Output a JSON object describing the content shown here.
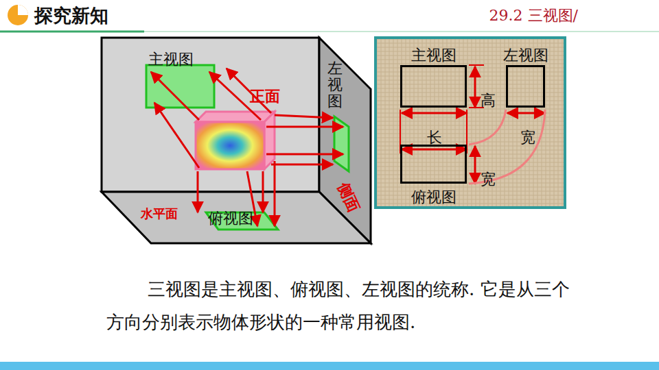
{
  "diagram": {
    "title": "探究新知",
    "caption": "三视图是主视图、俯视图、左视图的统称. 它是从三个方向分别表示物体形状的一种常用视图.",
    "nodes": [
      {
        "text": [
          "主视图"
        ]
      },
      {
        "text": [
          "左视图"
        ]
      },
      {
        "text": [
          "俯视图"
        ]
      }
    ],
    "labels": [
      "29.2 三视图/",
      "主视图",
      "正面",
      "左视图",
      "侧面",
      "水平面",
      "俯视图",
      "高",
      "长",
      "宽",
      "宽"
    ]
  }
}
